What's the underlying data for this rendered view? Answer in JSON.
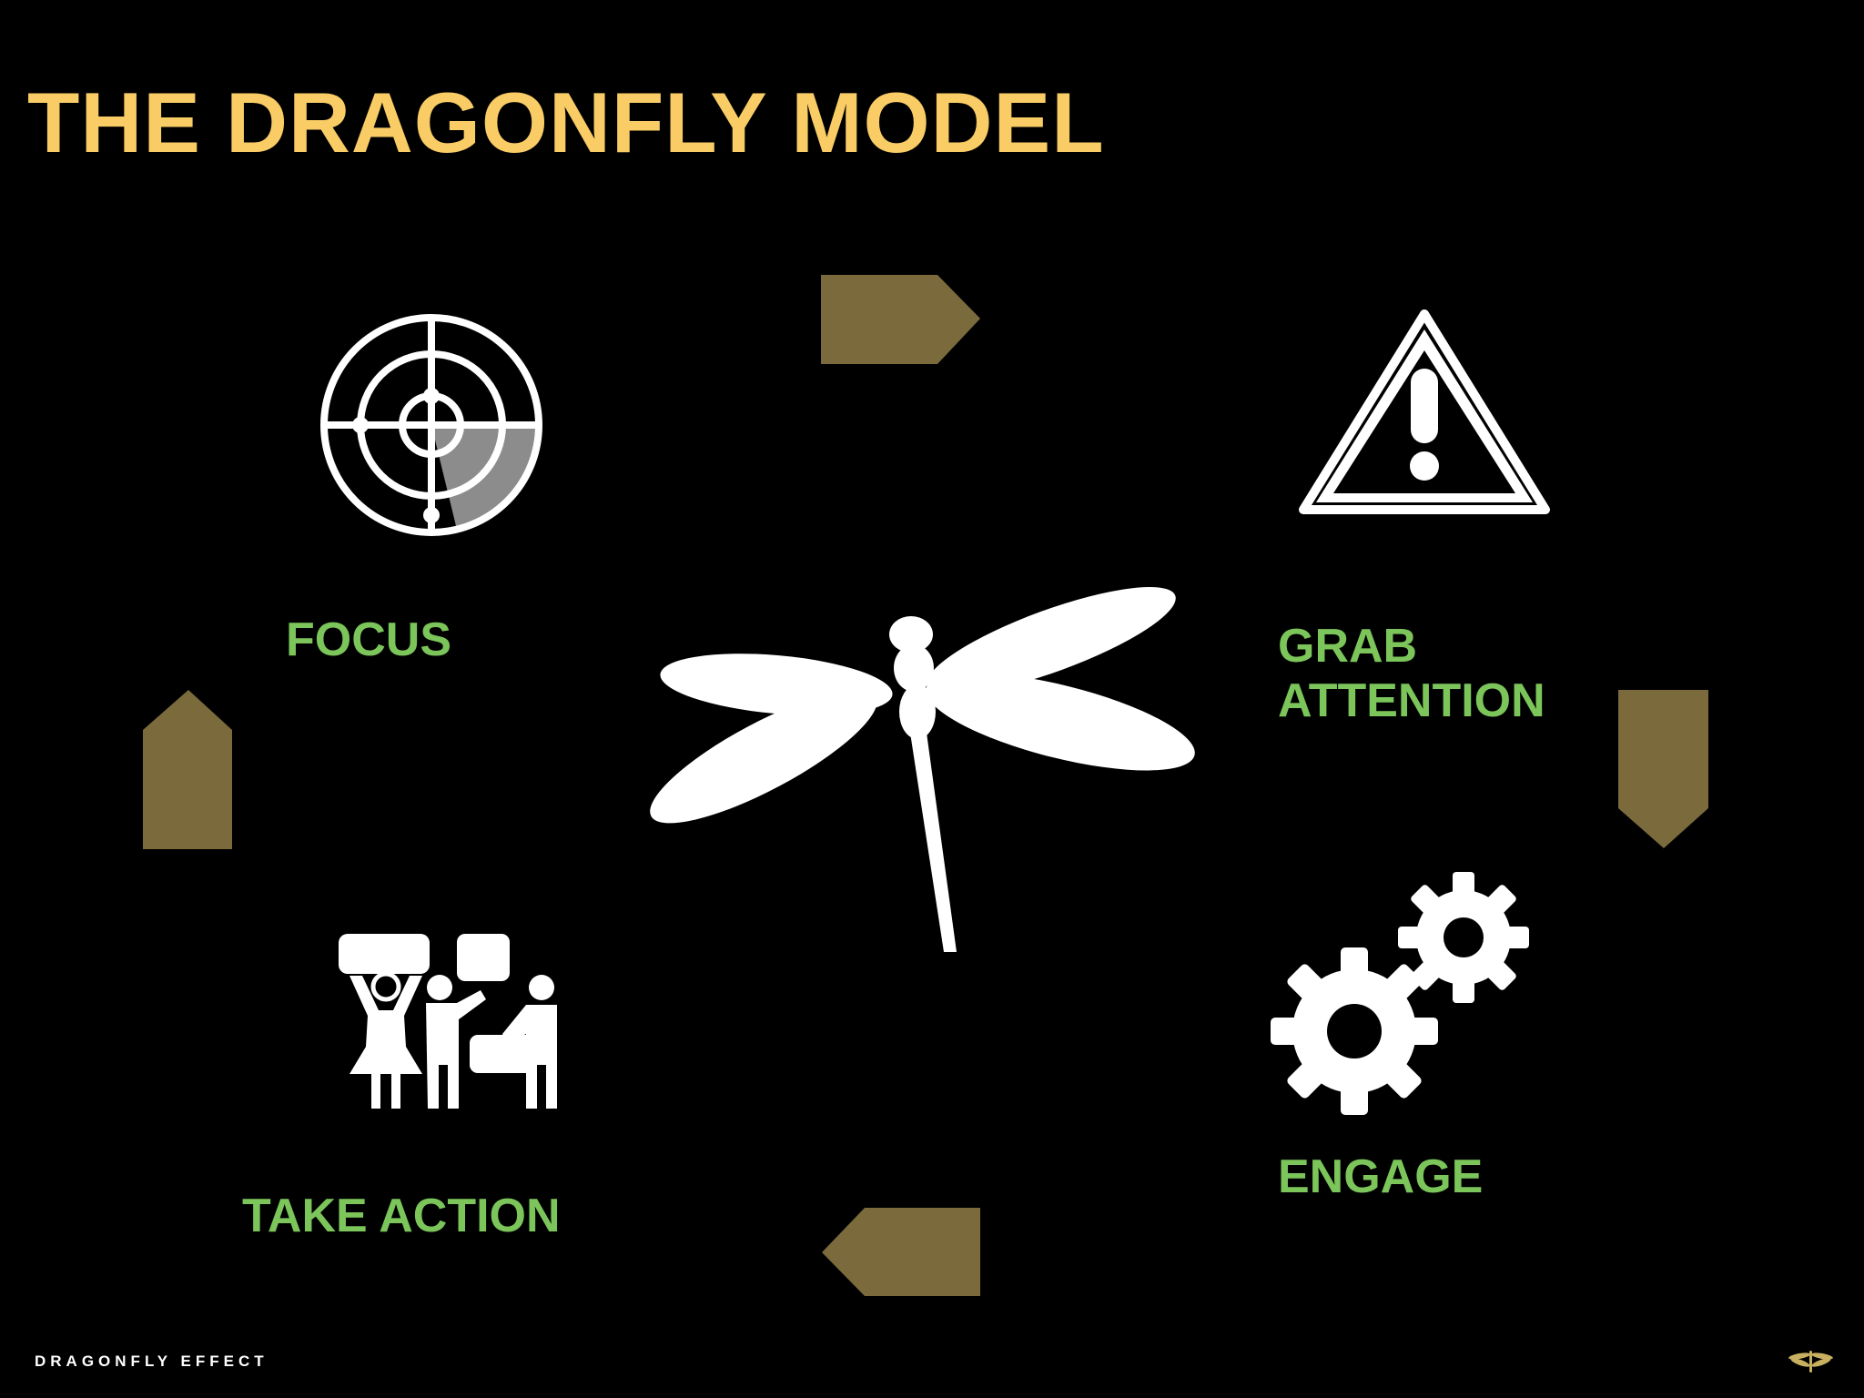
{
  "slide": {
    "title": "THE DRAGONFLY MODEL",
    "footer": "DRAGONFLY EFFECT"
  },
  "steps": {
    "focus": {
      "label": "FOCUS",
      "icon": "target-icon"
    },
    "grab_attention": {
      "lines": [
        "GRAB",
        "ATTENTION"
      ],
      "icon": "warning-icon"
    },
    "engage": {
      "label": "ENGAGE",
      "icon": "gears-icon"
    },
    "take_action": {
      "label": "TAKE ACTION",
      "icon": "protest-people-icon"
    }
  },
  "center_icon": "dragonfly-icon",
  "colors": {
    "background": "#000000",
    "title": "#F9CC66",
    "labels": "#7BC55A",
    "arrows": "#7A6A3C",
    "icons": "#FFFFFF"
  }
}
